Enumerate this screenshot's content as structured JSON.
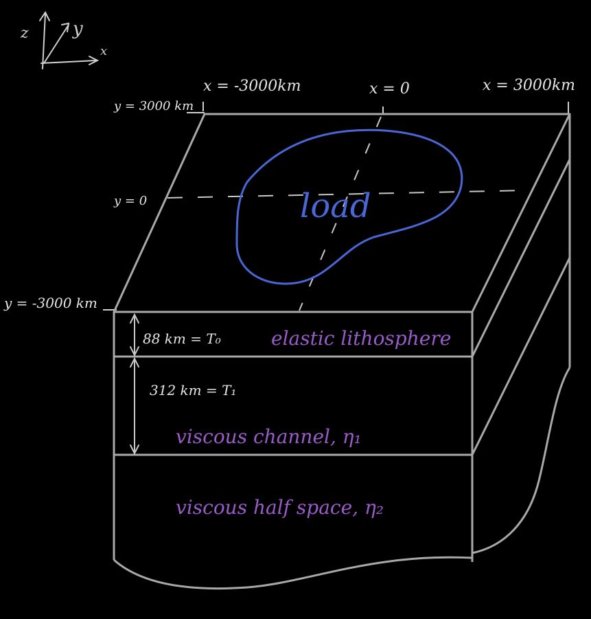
{
  "axes_key": {
    "z_label": "z",
    "y_label": "y",
    "x_label": "x"
  },
  "x_labels": {
    "left": "x = -3000km",
    "center": "x = 0",
    "right": "x = 3000km"
  },
  "y_labels": {
    "back": "y = 3000 km",
    "middle": "y = 0",
    "front": "y = -3000 km"
  },
  "load": {
    "label": "load"
  },
  "layers": {
    "lithosphere": {
      "thickness": "88 km = T₀",
      "name": "elastic lithosphere"
    },
    "channel": {
      "thickness": "312 km = T₁",
      "name": "viscous channel, η₁"
    },
    "halfspace": {
      "name": "viscous half space, η₂"
    }
  },
  "colors": {
    "background": "#000000",
    "box": "#a9a9a9",
    "text": "#e6e6e6",
    "load": "#4a67d6",
    "layer_text": "#9a5cc9"
  }
}
